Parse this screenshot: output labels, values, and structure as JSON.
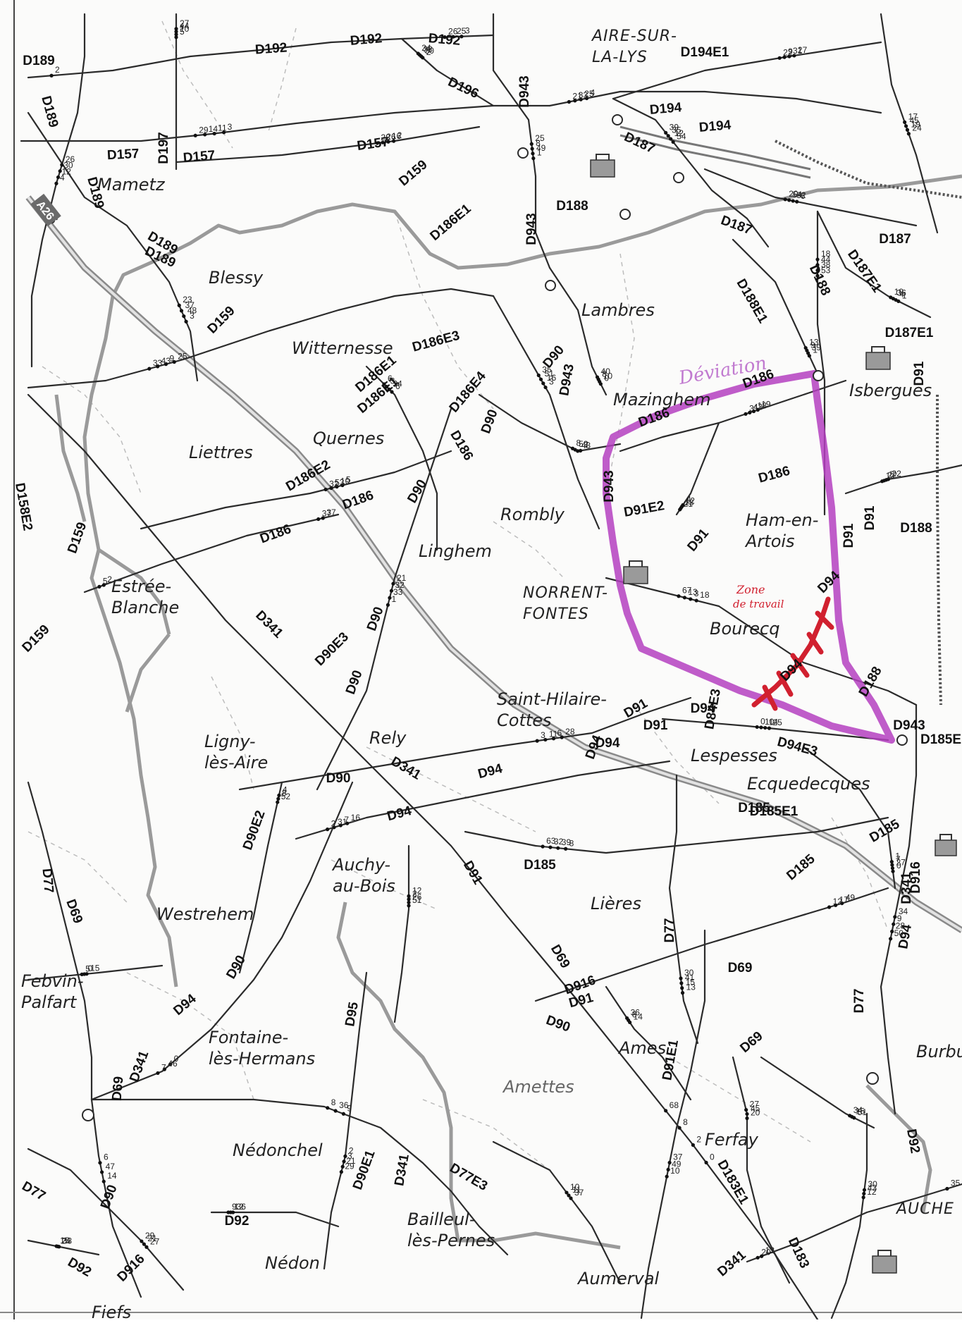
{
  "map": {
    "towns": [
      {
        "id": "aire-sur-la-lys",
        "lines": [
          "AIRE-SUR-",
          "LA-LYS"
        ],
        "caps": true
      },
      {
        "id": "mametz",
        "lines": [
          "Mametz"
        ]
      },
      {
        "id": "blessy",
        "lines": [
          "Blessy"
        ]
      },
      {
        "id": "witternesse",
        "lines": [
          "Witternesse"
        ]
      },
      {
        "id": "lambres",
        "lines": [
          "Lambres"
        ]
      },
      {
        "id": "mazinghem",
        "lines": [
          "Mazinghem"
        ]
      },
      {
        "id": "isbergues",
        "lines": [
          "Isbergues"
        ]
      },
      {
        "id": "liettres",
        "lines": [
          "Liettres"
        ]
      },
      {
        "id": "quernes",
        "lines": [
          "Quernes"
        ]
      },
      {
        "id": "rombly",
        "lines": [
          "Rombly"
        ]
      },
      {
        "id": "ham-en-artois",
        "lines": [
          "Ham-en-",
          "Artois"
        ]
      },
      {
        "id": "linghem",
        "lines": [
          "Linghem"
        ]
      },
      {
        "id": "norrent-fontes",
        "lines": [
          "NORRENT-",
          "FONTES"
        ],
        "caps": true
      },
      {
        "id": "bourecq",
        "lines": [
          "Bourecq"
        ]
      },
      {
        "id": "estree-blanche",
        "lines": [
          "Estrée-",
          "Blanche"
        ]
      },
      {
        "id": "saint-hilaire-cottes",
        "lines": [
          "Saint-Hilaire-",
          "Cottes"
        ]
      },
      {
        "id": "lespesses",
        "lines": [
          "Lespesses"
        ]
      },
      {
        "id": "ecquedecques",
        "lines": [
          "Ecquedecques"
        ]
      },
      {
        "id": "rely",
        "lines": [
          "Rely"
        ]
      },
      {
        "id": "ligny-les-aire",
        "lines": [
          "Ligny-",
          "lès-Aire"
        ]
      },
      {
        "id": "auchy-au-bois",
        "lines": [
          "Auchy-",
          "au-Bois"
        ]
      },
      {
        "id": "lieres",
        "lines": [
          "Lières"
        ]
      },
      {
        "id": "westrehem",
        "lines": [
          "Westrehem"
        ]
      },
      {
        "id": "febvin-palfart",
        "lines": [
          "Febvin-",
          "Palfart"
        ]
      },
      {
        "id": "fontaine-les-hermans",
        "lines": [
          "Fontaine-",
          "lès-Hermans"
        ]
      },
      {
        "id": "ames",
        "lines": [
          "Ames"
        ]
      },
      {
        "id": "amettes",
        "lines": [
          "Amettes"
        ]
      },
      {
        "id": "burbure",
        "lines": [
          "Burbur"
        ]
      },
      {
        "id": "nedonchel",
        "lines": [
          "Nédonchel"
        ]
      },
      {
        "id": "ferfay",
        "lines": [
          "Ferfay"
        ]
      },
      {
        "id": "bailleul-les-pernes",
        "lines": [
          "Bailleul-",
          "lès-Pernes"
        ]
      },
      {
        "id": "nedon",
        "lines": [
          "Nédon"
        ]
      },
      {
        "id": "aumerval",
        "lines": [
          "Aumerval"
        ]
      },
      {
        "id": "auchel",
        "lines": [
          "AUCHE"
        ],
        "caps": true
      },
      {
        "id": "fiefs",
        "lines": [
          "Fiefs"
        ]
      }
    ],
    "road_labels": [
      "D192",
      "D192",
      "D192",
      "D189",
      "D194E1",
      "D189",
      "D196",
      "D943",
      "D194",
      "D194",
      "D157",
      "D197",
      "D157",
      "D157",
      "D187",
      "D189",
      "D189",
      "D159",
      "D186E1",
      "D188",
      "A26",
      "D189",
      "D187",
      "D943",
      "D187",
      "D187E1",
      "D188",
      "D188E1",
      "D159",
      "D186E3",
      "D186",
      "D186",
      "D187E1",
      "D91",
      "D90",
      "D943",
      "D186E1",
      "D186E4",
      "D186E1",
      "D90",
      "D186",
      "D186E2",
      "D943",
      "D186",
      "D186",
      "D90",
      "D186",
      "D91E2",
      "D91",
      "D91",
      "D158E2",
      "D159",
      "D91",
      "D188",
      "D94",
      "D341",
      "D90",
      "D90E3",
      "D159",
      "D94",
      "D91",
      "D188",
      "D90",
      "D84E3",
      "D943",
      "D185E",
      "D94E3",
      "D94",
      "D91",
      "D94",
      "D341",
      "D90",
      "D94",
      "D94",
      "D90E2",
      "D94",
      "D185",
      "D185E1",
      "D185",
      "D916",
      "D185",
      "D185",
      "D341",
      "D91",
      "D77",
      "D77",
      "D69",
      "D94",
      "D90",
      "D95",
      "D94",
      "D341",
      "D69",
      "D69",
      "D916",
      "D77",
      "D69",
      "D91",
      "D91E1",
      "D69",
      "D90",
      "D90E1",
      "D341",
      "D183E1",
      "D92",
      "D77",
      "D90",
      "D77E3",
      "D92",
      "D92",
      "D916",
      "D341",
      "D183"
    ],
    "km_markers": [
      "2",
      "3",
      "2",
      "5",
      "4",
      "3",
      "2",
      "1",
      "0",
      "54",
      "27",
      "4",
      "6",
      "1",
      "53",
      "24",
      "1",
      "25",
      "5",
      "2",
      "3",
      "7",
      "6",
      "1",
      "0",
      "18",
      "19",
      "21",
      "22",
      "28",
      "16",
      "25",
      "13",
      "8",
      "50",
      "0",
      "51",
      "29",
      "52",
      "15",
      "14",
      "0",
      "9",
      "49",
      "14",
      "10",
      "13",
      "12",
      "27",
      "36",
      "37",
      "51",
      "20",
      "15",
      "3",
      "11",
      "16",
      "10",
      "12",
      "48",
      "50",
      "49",
      "10",
      "12",
      "31",
      "25",
      "32",
      "4",
      "38",
      "19",
      "39",
      "9",
      "10",
      "5",
      "16",
      "48",
      "34",
      "33",
      "2",
      "3",
      "18",
      "13",
      "5",
      "6",
      "7",
      "14",
      "15",
      "39",
      "28",
      "27",
      "26",
      "21",
      "8",
      "0",
      "47",
      "46",
      "36",
      "17",
      "6",
      "49",
      "20",
      "43",
      "21",
      "12",
      "11",
      "15",
      "45",
      "24",
      "25",
      "14",
      "26",
      "44",
      "30",
      "37",
      "38",
      "8",
      "8",
      "35",
      "9",
      "33",
      "54",
      "36",
      "44",
      "45",
      "9",
      "43",
      "53",
      "37",
      "51",
      "52",
      "3",
      "32",
      "8",
      "13",
      "43",
      "12",
      "22",
      "11",
      "31",
      "10",
      "41",
      "32",
      "9",
      "7",
      "2",
      "3",
      "4",
      "5",
      "6",
      "7",
      "8",
      "12",
      "36",
      "37",
      "35",
      "30",
      "29",
      "9",
      "10",
      "34",
      "27",
      "33",
      "26",
      "29",
      "28",
      "27",
      "26",
      "23",
      "24",
      "25",
      "40",
      "39",
      "22",
      "21",
      "20",
      "19",
      "18",
      "17",
      "13",
      "33",
      "32",
      "37",
      "35",
      "8",
      "6",
      "21",
      "68",
      "67",
      "31",
      "4",
      "1",
      "3",
      "2",
      "0",
      "30",
      "63",
      "34",
      "1",
      "12",
      "2"
    ],
    "annotations": {
      "detour": "Déviation",
      "zone": [
        "Zone",
        "de travail"
      ]
    }
  },
  "colors": {
    "road": "#2b2b2b",
    "boundary": "#9a9a9a",
    "motorway": "#8a8a8a",
    "railway": "#555555",
    "detour_highlight": "#b43fbf",
    "detour_ink": "#c17ad0",
    "work_zone": "#d1202f"
  }
}
